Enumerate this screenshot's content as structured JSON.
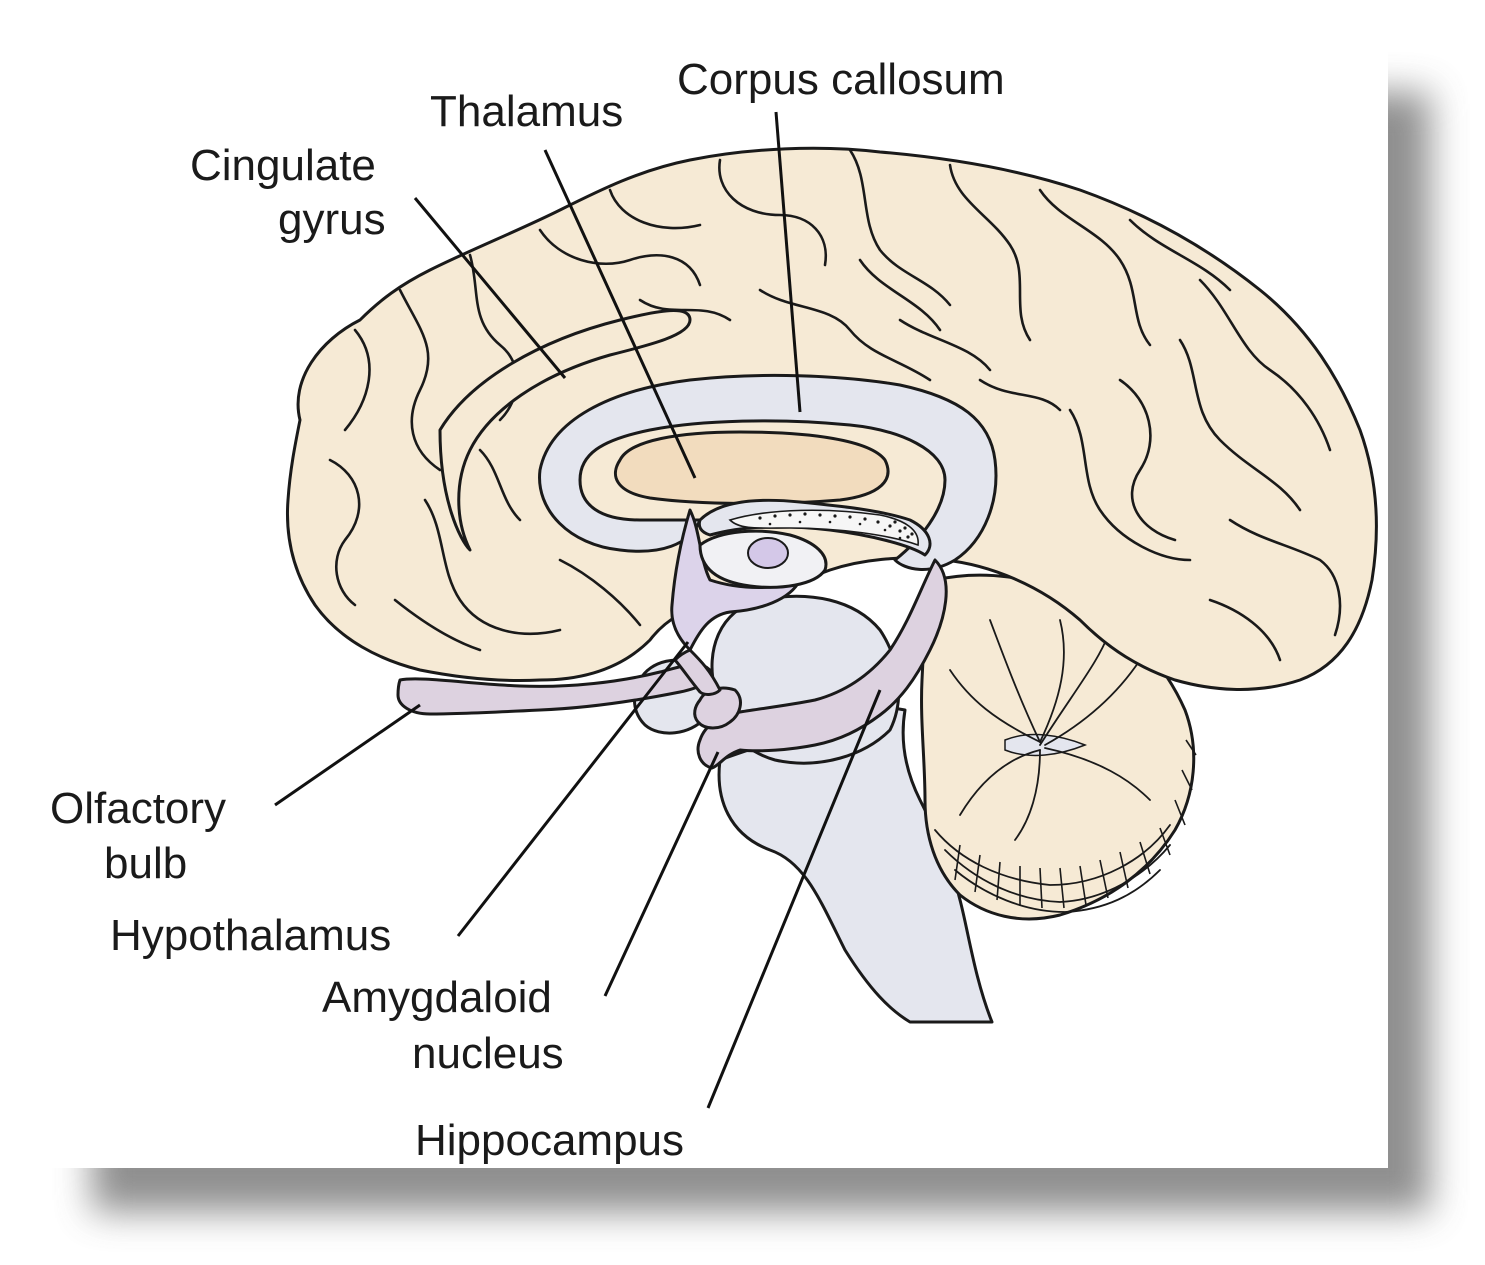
{
  "labels": {
    "corpus_callosum": "Corpus callosum",
    "thalamus": "Thalamus",
    "cingulate_gyrus_line1": "Cingulate",
    "cingulate_gyrus_line2": "gyrus",
    "olfactory_bulb_line1": "Olfactory",
    "olfactory_bulb_line2": "bulb",
    "hypothalamus": "Hypothalamus",
    "amygdaloid_line1": "Amygdaloid",
    "amygdaloid_line2": "nucleus",
    "hippocampus": "Hippocampus"
  },
  "colors": {
    "cortex": "#f6ead5",
    "white_matter": "#e4e6ee",
    "thalamus": "#f2dcbe",
    "limbic": "#ddd2e0",
    "hypothalamus_region": "#dcd3ea",
    "cerebellum": "#f6ead5",
    "outline": "#1a1a1a"
  }
}
